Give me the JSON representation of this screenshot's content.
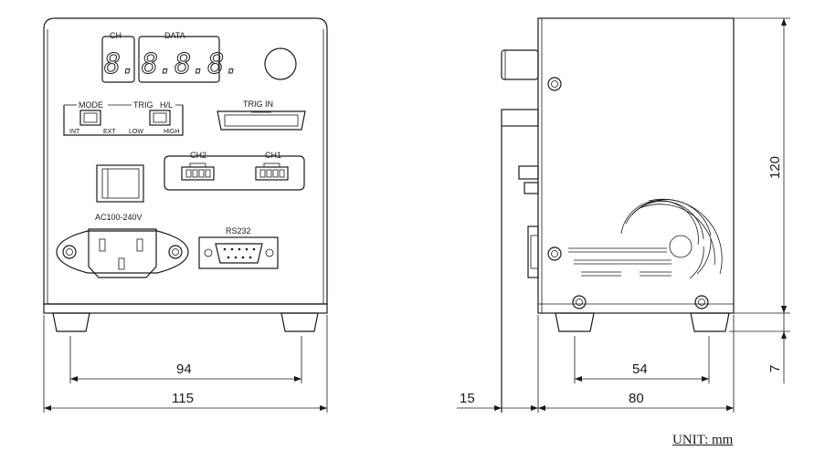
{
  "front_panel": {
    "ch_label": "CH",
    "data_label": "DATA",
    "ch_digit": "8.",
    "data_digits": "8.8.8.",
    "mode_label": "MODE",
    "trig_label": "TRIG",
    "hl_label": "H/L",
    "int_label": "INT",
    "ext_label": "EXT",
    "low_label": "LOW",
    "high_label": "HIGH",
    "trig_in_label": "TRIG IN",
    "ch2_label": "CH2",
    "ch1_label": "CH1",
    "ac_label": "AC100-240V",
    "rs232_label": "RS232"
  },
  "dimensions": {
    "front_inner_width": "94",
    "front_total_width": "115",
    "side_depth_offset": "15",
    "side_depth": "80",
    "side_feet_spacing": "54",
    "height": "120",
    "foot_height": "7"
  },
  "unit_note": "UNIT: mm"
}
